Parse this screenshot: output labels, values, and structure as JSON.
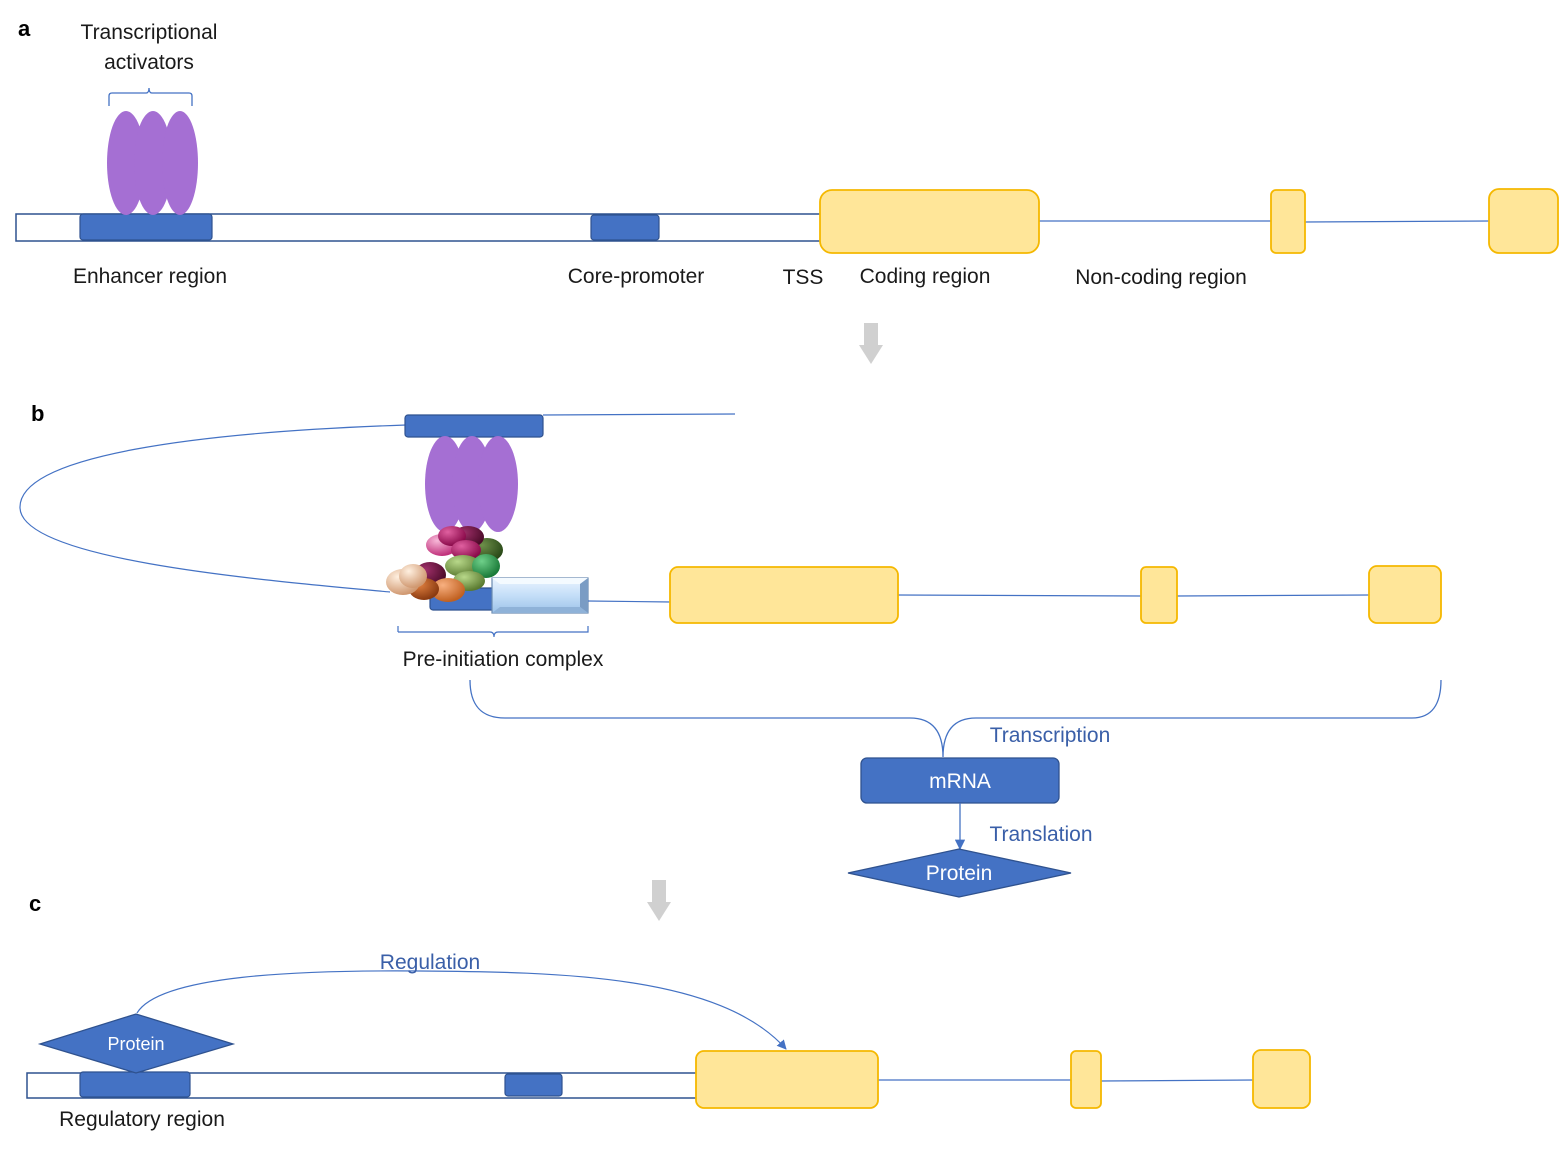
{
  "panels": {
    "a": "a",
    "b": "b",
    "c": "c"
  },
  "panel_a": {
    "activators_label_line1": "Transcriptional",
    "activators_label_line2": "activators",
    "enhancer_label": "Enhancer region",
    "core_promoter_label": "Core-promoter",
    "tss_label": "TSS",
    "coding_label": "Coding region",
    "noncoding_label": "Non-coding region"
  },
  "panel_b": {
    "pic_label": "Pre-initiation complex",
    "transcription_label": "Transcription",
    "mrna_label": "mRNA",
    "translation_label": "Translation",
    "protein_label": "Protein"
  },
  "panel_c": {
    "regulation_label": "Regulation",
    "protein_label": "Protein",
    "regulatory_label": "Regulatory region"
  },
  "colors": {
    "dna_blue": "#4472c4",
    "dna_stroke": "#2f528f",
    "exon_fill": "#ffe699",
    "exon_stroke": "#f5b800",
    "activator_purple": "#a56fd3",
    "arrow_gray": "#d0d0d0",
    "text_blue": "#3a5fa8"
  }
}
